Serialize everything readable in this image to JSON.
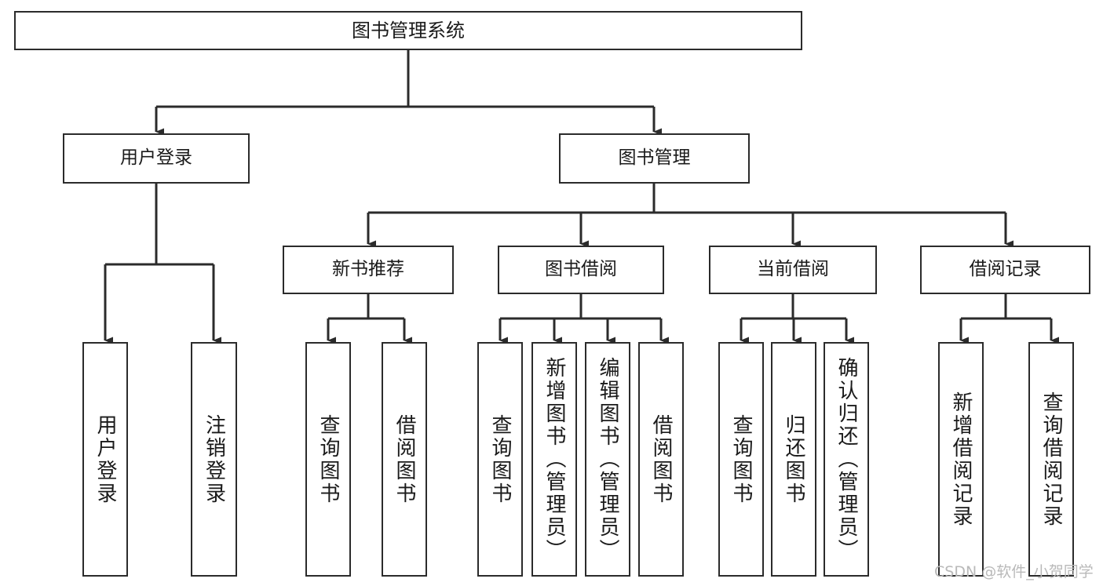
{
  "diagram": {
    "title": "图书管理系统",
    "type": "功能结构图",
    "watermark": "CSDN @软件_小贺同学",
    "colors": {
      "stroke": "#2b2b2b",
      "fill": "#ffffff",
      "text": "#1a1a1a",
      "watermark": "#b9b9b9",
      "background": "#ffffff"
    }
  },
  "nodes": {
    "root": {
      "label": "图书管理系统"
    },
    "level1": [
      {
        "id": "user-login",
        "label": "用户登录"
      },
      {
        "id": "book-management",
        "label": "图书管理"
      }
    ],
    "level2": [
      {
        "id": "new-book-recommend",
        "label": "新书推荐"
      },
      {
        "id": "book-borrow",
        "label": "图书借阅"
      },
      {
        "id": "current-borrow",
        "label": "当前借阅"
      },
      {
        "id": "borrow-record",
        "label": "借阅记录"
      }
    ],
    "leaves": {
      "user-login": [
        {
          "id": "leaf-user-login",
          "label": "用户登录"
        },
        {
          "id": "leaf-user-logout",
          "label": "注销登录"
        }
      ],
      "new-book-recommend": [
        {
          "id": "leaf-query-book-1",
          "label": "查询图书"
        },
        {
          "id": "leaf-borrow-book-1",
          "label": "借阅图书"
        }
      ],
      "book-borrow": [
        {
          "id": "leaf-query-book-2",
          "label": "查询图书"
        },
        {
          "id": "leaf-add-book",
          "label": "新增图书（管理员）"
        },
        {
          "id": "leaf-edit-book",
          "label": "编辑图书（管理员）"
        },
        {
          "id": "leaf-borrow-book-2",
          "label": "借阅图书"
        }
      ],
      "current-borrow": [
        {
          "id": "leaf-query-book-3",
          "label": "查询图书"
        },
        {
          "id": "leaf-return-book",
          "label": "归还图书"
        },
        {
          "id": "leaf-confirm-return",
          "label": "确认归还（管理员）"
        }
      ],
      "borrow-record": [
        {
          "id": "leaf-add-record",
          "label": "新增借阅记录"
        },
        {
          "id": "leaf-query-record",
          "label": "查询借阅记录"
        }
      ]
    }
  }
}
